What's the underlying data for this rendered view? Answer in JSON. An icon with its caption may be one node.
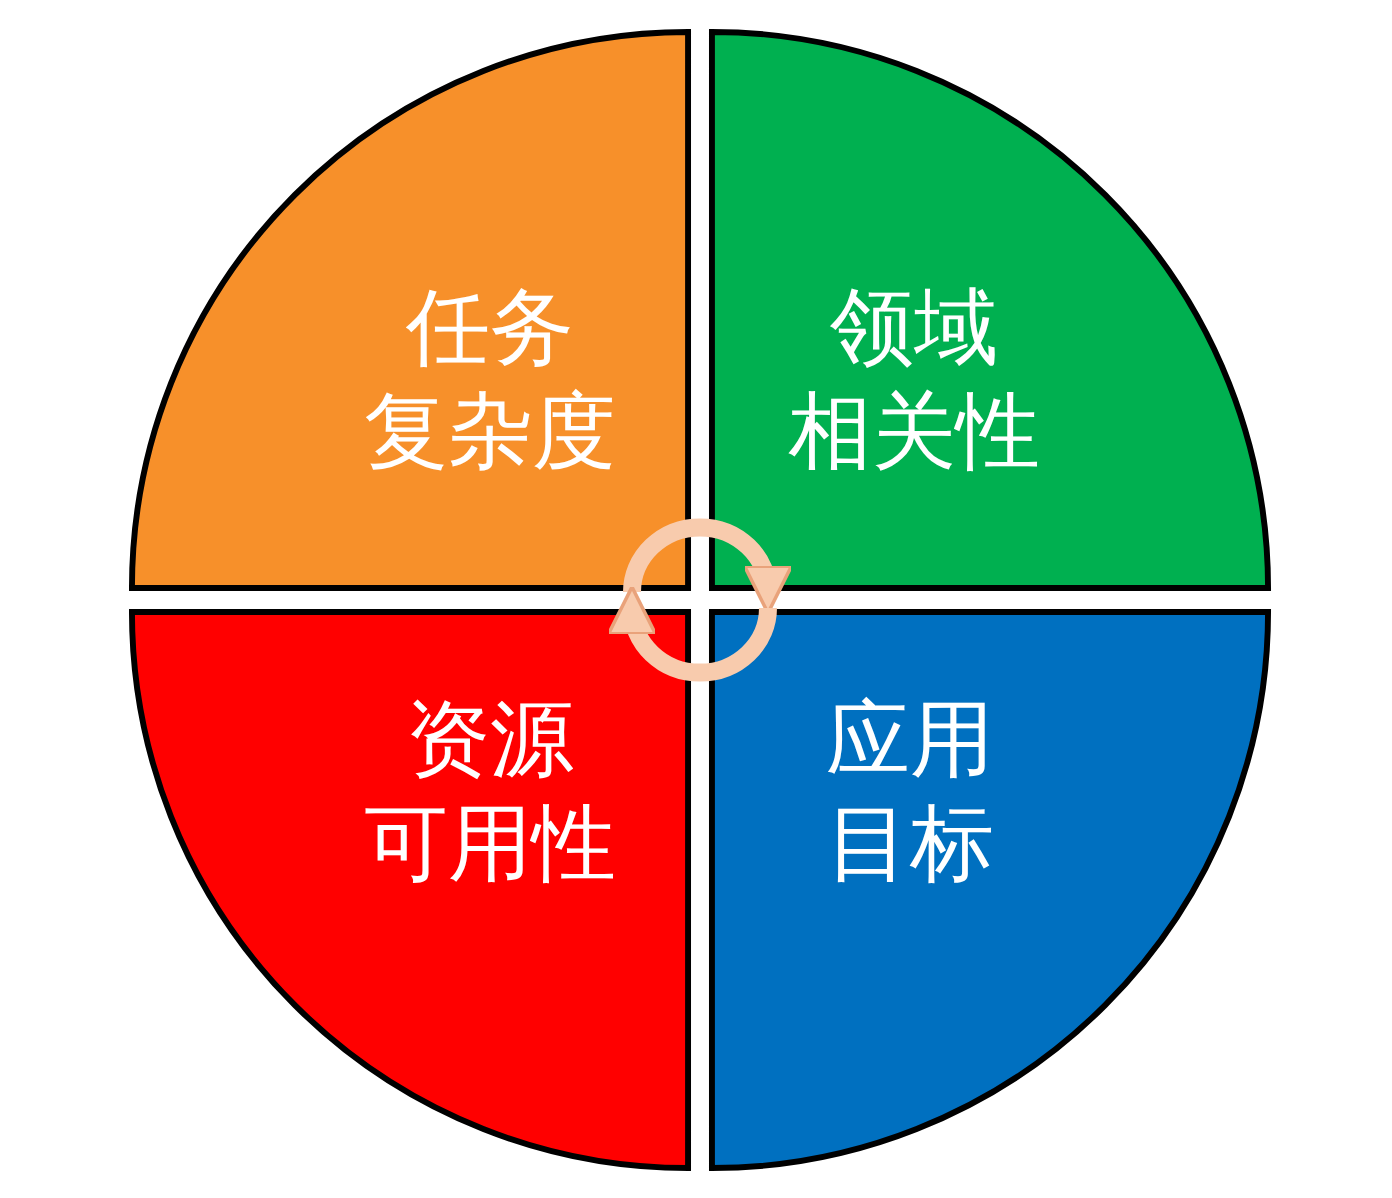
{
  "diagram": {
    "nodes": [
      {
        "text": [
          "任务复杂度"
        ]
      },
      {
        "text": [
          "领域相关性"
        ]
      },
      {
        "text": [
          "资源可用性"
        ]
      },
      {
        "text": [
          "应用目标"
        ]
      }
    ],
    "edges": [
      {
        "from": 0,
        "to": 1,
        "arrow": "to"
      },
      {
        "from": 3,
        "to": 2,
        "arrow": "to"
      }
    ]
  }
}
